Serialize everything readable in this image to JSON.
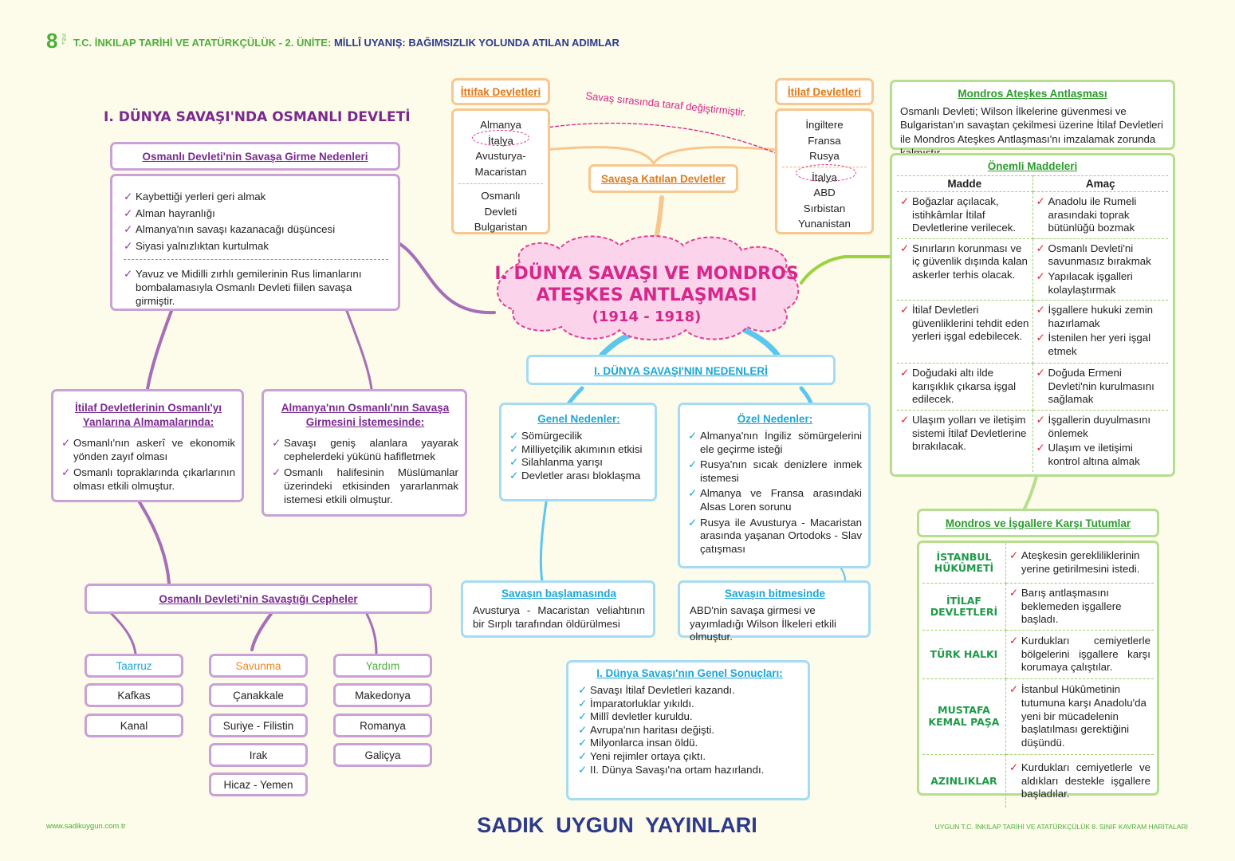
{
  "header": {
    "grade": "8",
    "grade_small": "SINIF",
    "course": "T.C. İNKILAP TARİHİ VE ATATÜRKÇÜLÜK - 2. ÜNİTE:",
    "unit": "MİLLÎ UYANIŞ: BAĞIMSIZLIK YOLUNDA ATILAN ADIMLAR"
  },
  "center": {
    "line1": "I. DÜNYA SAVAŞI VE MONDROS",
    "line2": "ATEŞKES ANTLAŞMASI",
    "years": "(1914 - 1918)"
  },
  "left_title": "I. DÜNYA SAVAŞI'NDA OSMANLI DEVLETİ",
  "entry": {
    "title": "Osmanlı Devleti'nin Savaşa Girme Nedenleri",
    "items": [
      "Kaybettiği yerleri geri almak",
      "Alman hayranlığı",
      "Almanya'nın savaşı kazanacağı düşüncesi",
      "Siyasi yalnızlıktan kurtulmak"
    ],
    "note": "Yavuz ve Midilli zırhlı gemilerinin Rus limanlarını bombalamasıyla Osmanlı Devleti fiilen savaşa girmiştir."
  },
  "itilaf_refuse": {
    "title": "İtilaf Devletlerinin Osmanlı'yı Yanlarına Almamalarında:",
    "items": [
      "Osmanlı'nın askerî ve ekonomik yönden zayıf olması",
      "Osmanlı topraklarında çıkarlarının olması etkili olmuştur."
    ]
  },
  "germany_want": {
    "title": "Almanya'nın Osmanlı'nın Savaşa Girmesini İstemesinde:",
    "items": [
      "Savaşı geniş alanlara yayarak cephelerdeki yükünü hafifletmek",
      "Osmanlı halifesinin Müslümanlar üzerindeki etkisinden yararlanmak istemesi etkili olmuştur."
    ]
  },
  "fronts": {
    "title": "Osmanlı Devleti'nin Savaştığı Cepheler",
    "groups": [
      {
        "name": "Taarruz",
        "color": "#1aa7d6",
        "items": [
          "Kafkas",
          "Kanal"
        ]
      },
      {
        "name": "Savunma",
        "color": "#f08a1c",
        "items": [
          "Çanakkale",
          "Suriye - Filistin",
          "Irak",
          "Hicaz - Yemen"
        ]
      },
      {
        "name": "Yardım",
        "color": "#4caf3a",
        "items": [
          "Makedonya",
          "Romanya",
          "Galiçya"
        ]
      }
    ]
  },
  "alliances": {
    "label": "Savaşa Katılan Devletler",
    "ittifak_title": "İttifak Devletleri",
    "ittifak_items": [
      "Almanya",
      "İtalya",
      "Avusturya-",
      "Macaristan"
    ],
    "ittifak_items2": [
      "Osmanlı",
      "Devleti",
      "Bulgaristan"
    ],
    "itilaf_title": "İtilaf Devletleri",
    "itilaf_items": [
      "İngiltere",
      "Fransa",
      "Rusya"
    ],
    "itilaf_items2": [
      "İtalya",
      "ABD",
      "Sırbistan",
      "Yunanistan"
    ],
    "switch_note": "Savaş sırasında taraf değiştirmiştir."
  },
  "causes": {
    "title": "I. DÜNYA SAVAŞI'NIN NEDENLERİ",
    "general_title": "Genel Nedenler:",
    "general": [
      "Sömürgecilik",
      "Milliyetçilik akımının etkisi",
      "Silahlanma yarışı",
      "Devletler arası bloklaşma"
    ],
    "special_title": "Özel Nedenler:",
    "special": [
      "Almanya'nın İngiliz sömürgelerini ele geçirme isteği",
      "Rusya'nın sıcak denizlere inmek istemesi",
      "Almanya ve Fransa arasındaki Alsas Loren sorunu",
      "Rusya ile Avusturya - Macaristan arasında yaşanan Ortodoks - Slav çatışması"
    ],
    "start_title": "Savaşın başlamasında",
    "start_text": "Avusturya - Macaristan veliahtının bir Sırplı tarafından öldürülmesi",
    "end_title": "Savaşın bitmesinde",
    "end_text": "ABD'nin savaşa girmesi ve yayımladığı Wilson İlkeleri etkili olmuştur."
  },
  "results": {
    "title": "I. Dünya Savaşı'nın Genel Sonuçları:",
    "items": [
      "Savaşı İtilaf Devletleri kazandı.",
      "İmparatorluklar yıkıldı.",
      "Millî devletler kuruldu.",
      "Avrupa'nın haritası değişti.",
      "Milyonlarca insan öldü.",
      "Yeni rejimler ortaya çıktı.",
      "II. Dünya Savaşı'na ortam hazırlandı."
    ]
  },
  "mondros": {
    "title": "Mondros Ateşkes Antlaşması",
    "text": "Osmanlı Devleti; Wilson İlkelerine güvenmesi ve Bulgaristan'ın savaştan çekilmesi üzerine İtilaf Devletleri ile Mondros Ateşkes Antlaşması'nı imzalamak zorunda kalmıştır.",
    "articles_title": "Önemli Maddeleri",
    "col_madde": "Madde",
    "col_amac": "Amaç",
    "rows": [
      {
        "madde": "Boğazlar açılacak, istihkâmlar İtilaf Devletlerine verilecek.",
        "amac": [
          "Anadolu ile Rumeli arasındaki toprak bütünlüğü bozmak"
        ]
      },
      {
        "madde": "Sınırların korunması ve iç güvenlik dışında kalan askerler terhis olacak.",
        "amac": [
          "Osmanlı Devleti'ni savunmasız bırakmak",
          "Yapılacak işgalleri kolaylaştırmak"
        ]
      },
      {
        "madde": "İtilaf Devletleri güvenliklerini tehdit eden yerleri işgal edebilecek.",
        "amac": [
          "İşgallere hukuki zemin hazırlamak",
          "İstenilen her yeri işgal etmek"
        ]
      },
      {
        "madde": "Doğudaki altı ilde karışıklık çıkarsa işgal edilecek.",
        "amac": [
          "Doğuda Ermeni Devleti'nin kurulmasını sağlamak"
        ]
      },
      {
        "madde": "Ulaşım yolları ve iletişim sistemi İtilaf Devletlerine bırakılacak.",
        "amac": [
          "İşgallerin duyulmasını önlemek",
          "Ulaşım ve iletişimi kontrol altına almak"
        ]
      }
    ]
  },
  "attitudes": {
    "title": "Mondros ve İşgallere Karşı Tutumlar",
    "rows": [
      {
        "group": "İSTANBUL HÜKÛMETİ",
        "text": "Ateşkesin gerekliliklerinin yerine getirilmesini istedi."
      },
      {
        "group": "İTİLAF DEVLETLERİ",
        "text": "Barış antlaşmasını beklemeden işgallere başladı."
      },
      {
        "group": "TÜRK HALKI",
        "text": "Kurdukları cemiyetlerle bölgelerini işgallere karşı korumaya çalıştılar."
      },
      {
        "group": "MUSTAFA KEMAL PAŞA",
        "text": "İstanbul Hükûmetinin tutumuna karşı Anadolu'da yeni bir mücadelenin başlatılması gerektiğini düşündü."
      },
      {
        "group": "AZINLIKLAR",
        "text": "Kurdukları cemiyetlerle ve aldıkları destekle işgallere başladılar."
      }
    ]
  },
  "footer": {
    "left": "www.sadikuygun.com.tr",
    "center": "SADIK  UYGUN  YAYINLARI",
    "right": "UYGUN T.C. İNKILAP TARİHİ VE ATATÜRKÇÜLÜK 8. SINIF KAVRAM HARİTALARI"
  }
}
